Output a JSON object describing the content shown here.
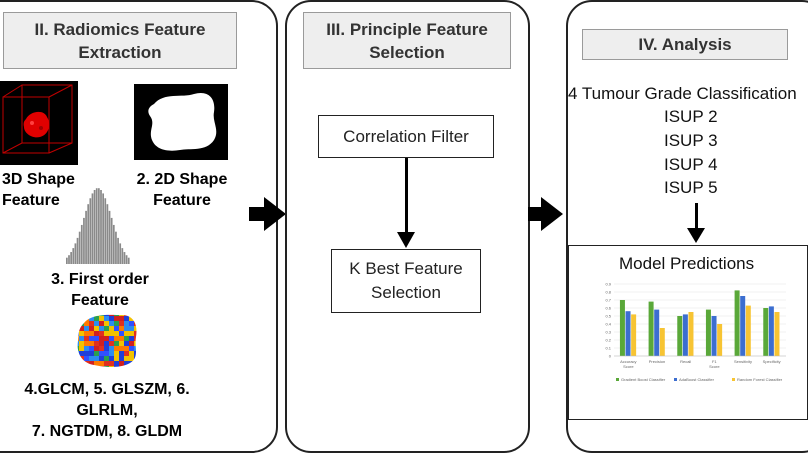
{
  "extraction": {
    "header": "II. Radiomics Feature Extraction",
    "feature_3d": "3D  Shape Feature",
    "feature_2d": "2. 2D  Shape Feature",
    "feature_first_order": "3. First order Feature",
    "feature_texture_1": "4.GLCM, 5. GLSZM, 6. GLRLM,",
    "feature_texture_2": "7. NGTDM, 8. GLDM"
  },
  "selection": {
    "header": "III. Principle Feature Selection",
    "step_1": "Correlation Filter",
    "step_2": "K Best Feature Selection"
  },
  "analysis": {
    "header": "IV. Analysis",
    "classification_title": "4 Tumour Grade Classification",
    "grades": [
      "ISUP 2",
      "ISUP 3",
      "ISUP 4",
      "ISUP 5"
    ],
    "model_predictions_title": "Model Predictions"
  },
  "colors": {
    "series_green": "#5aa839",
    "series_blue": "#3c6ed0",
    "series_yellow": "#f7c433",
    "ct_red": "#e00000",
    "box_red": "#c00000"
  },
  "chart_data": {
    "type": "bar",
    "categories": [
      "Accuracy Score",
      "Precision",
      "Recall",
      "F1 Score",
      "Sensitivity",
      "Specificity"
    ],
    "series": [
      {
        "name": "Gradient Boost Classifier",
        "values": [
          0.7,
          0.68,
          0.5,
          0.58,
          0.82,
          0.6
        ]
      },
      {
        "name": "AdaBoost Classifier",
        "values": [
          0.56,
          0.58,
          0.52,
          0.5,
          0.75,
          0.62
        ]
      },
      {
        "name": "Random Forest Classifier",
        "values": [
          0.52,
          0.35,
          0.55,
          0.4,
          0.63,
          0.55
        ]
      }
    ],
    "ylim": [
      0,
      0.9
    ],
    "yticks": [
      "0.9",
      "0.8",
      "0.7",
      "0.6",
      "0.5",
      "0.4",
      "0.3",
      "0.2",
      "0.1",
      "0"
    ],
    "legend": "bottom"
  }
}
